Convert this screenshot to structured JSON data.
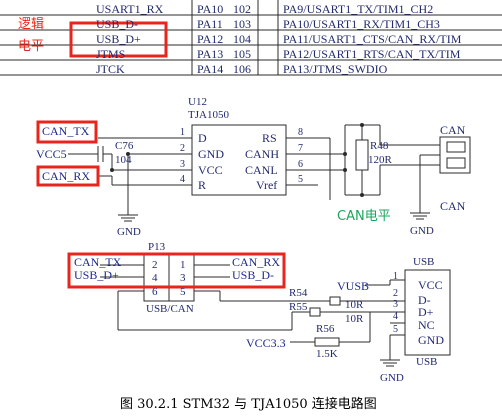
{
  "top_table": {
    "rows": [
      {
        "net": "USART1_RX",
        "pin": "PA10",
        "num": "102",
        "func": "PA9/USART1_TX/TIM1_CH2"
      },
      {
        "net": "USB_D-",
        "pin": "PA11",
        "num": "103",
        "func": "PA10/USART1_RX/TIM1_CH3"
      },
      {
        "net": "USB_D+",
        "pin": "PA12",
        "num": "104",
        "func": "PA11/USART1_CTS/CAN_RX/TIM"
      },
      {
        "net": "JTMS",
        "pin": "PA13",
        "num": "105",
        "func": "PA12/USART1_RTS/CAN_TX/TIM"
      },
      {
        "net": "JTCK",
        "pin": "PA14",
        "num": "106",
        "func": "PA13/JTMS_SWDIO"
      }
    ],
    "annotation_line1": "逻辑",
    "annotation_line2": "电平"
  },
  "u12": {
    "ref": "U12",
    "part": "TJA1050",
    "left_pins": [
      {
        "num": "1",
        "name": "D"
      },
      {
        "num": "2",
        "name": "GND"
      },
      {
        "num": "3",
        "name": "VCC"
      },
      {
        "num": "4",
        "name": "R"
      }
    ],
    "right_pins": [
      {
        "num": "8",
        "name": "RS"
      },
      {
        "num": "7",
        "name": "CANH"
      },
      {
        "num": "6",
        "name": "CANL"
      },
      {
        "num": "5",
        "name": "Vref"
      }
    ]
  },
  "nets": {
    "can_tx": "CAN_TX",
    "can_rx": "CAN_RX",
    "vcc5": "VCC5",
    "gnd": "GND",
    "vusb": "VUSB",
    "vcc33": "VCC3.3"
  },
  "c76": {
    "ref": "C76",
    "value": "104"
  },
  "r48": {
    "ref": "R48",
    "value": "120R"
  },
  "can_connector": {
    "label_top": "CAN",
    "label_bottom": "CAN"
  },
  "can_level_note": "CAN电平",
  "p13": {
    "ref": "P13",
    "label": "USB/CAN",
    "pins": [
      "2",
      "1",
      "4",
      "3",
      "6",
      "5"
    ],
    "left_nets": [
      "CAN_TX",
      "USB_D+"
    ],
    "right_nets": [
      "CAN_RX",
      "USB_D-"
    ]
  },
  "resistors": [
    {
      "ref": "R54",
      "value": "10R"
    },
    {
      "ref": "R55",
      "value": "10R"
    },
    {
      "ref": "R56",
      "value": "1.5K"
    }
  ],
  "usb": {
    "title": "USB",
    "footer": "USB",
    "pins": [
      {
        "num": "1",
        "name": "VCC"
      },
      {
        "num": "2",
        "name": "D-"
      },
      {
        "num": "3",
        "name": "D+"
      },
      {
        "num": "4",
        "name": "NC"
      },
      {
        "num": "5",
        "name": "GND"
      }
    ]
  },
  "caption": "图 30.2.1 STM32 与 TJA1050 连接电路图"
}
